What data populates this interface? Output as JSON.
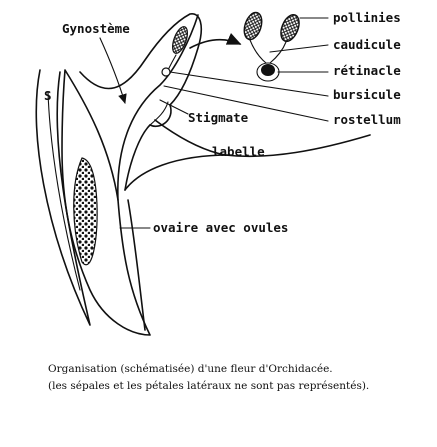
{
  "labels": {
    "gynosteme": "Gynostème",
    "pollinies": "pollinies",
    "caudicule": "caudicule",
    "retinacle": "rétinacle",
    "bursicule": "bursicule",
    "stigmate": "Stigmate",
    "rostellum": "rostellum",
    "labelle": "labelle",
    "ovaire": "ovaire avec ovules",
    "sepal": "S"
  },
  "caption": {
    "line1": "Organisation (schématisée) d'une fleur d'Orchidacée.",
    "line2": "(les sépales et les pétales latéraux ne sont pas représentés)."
  }
}
